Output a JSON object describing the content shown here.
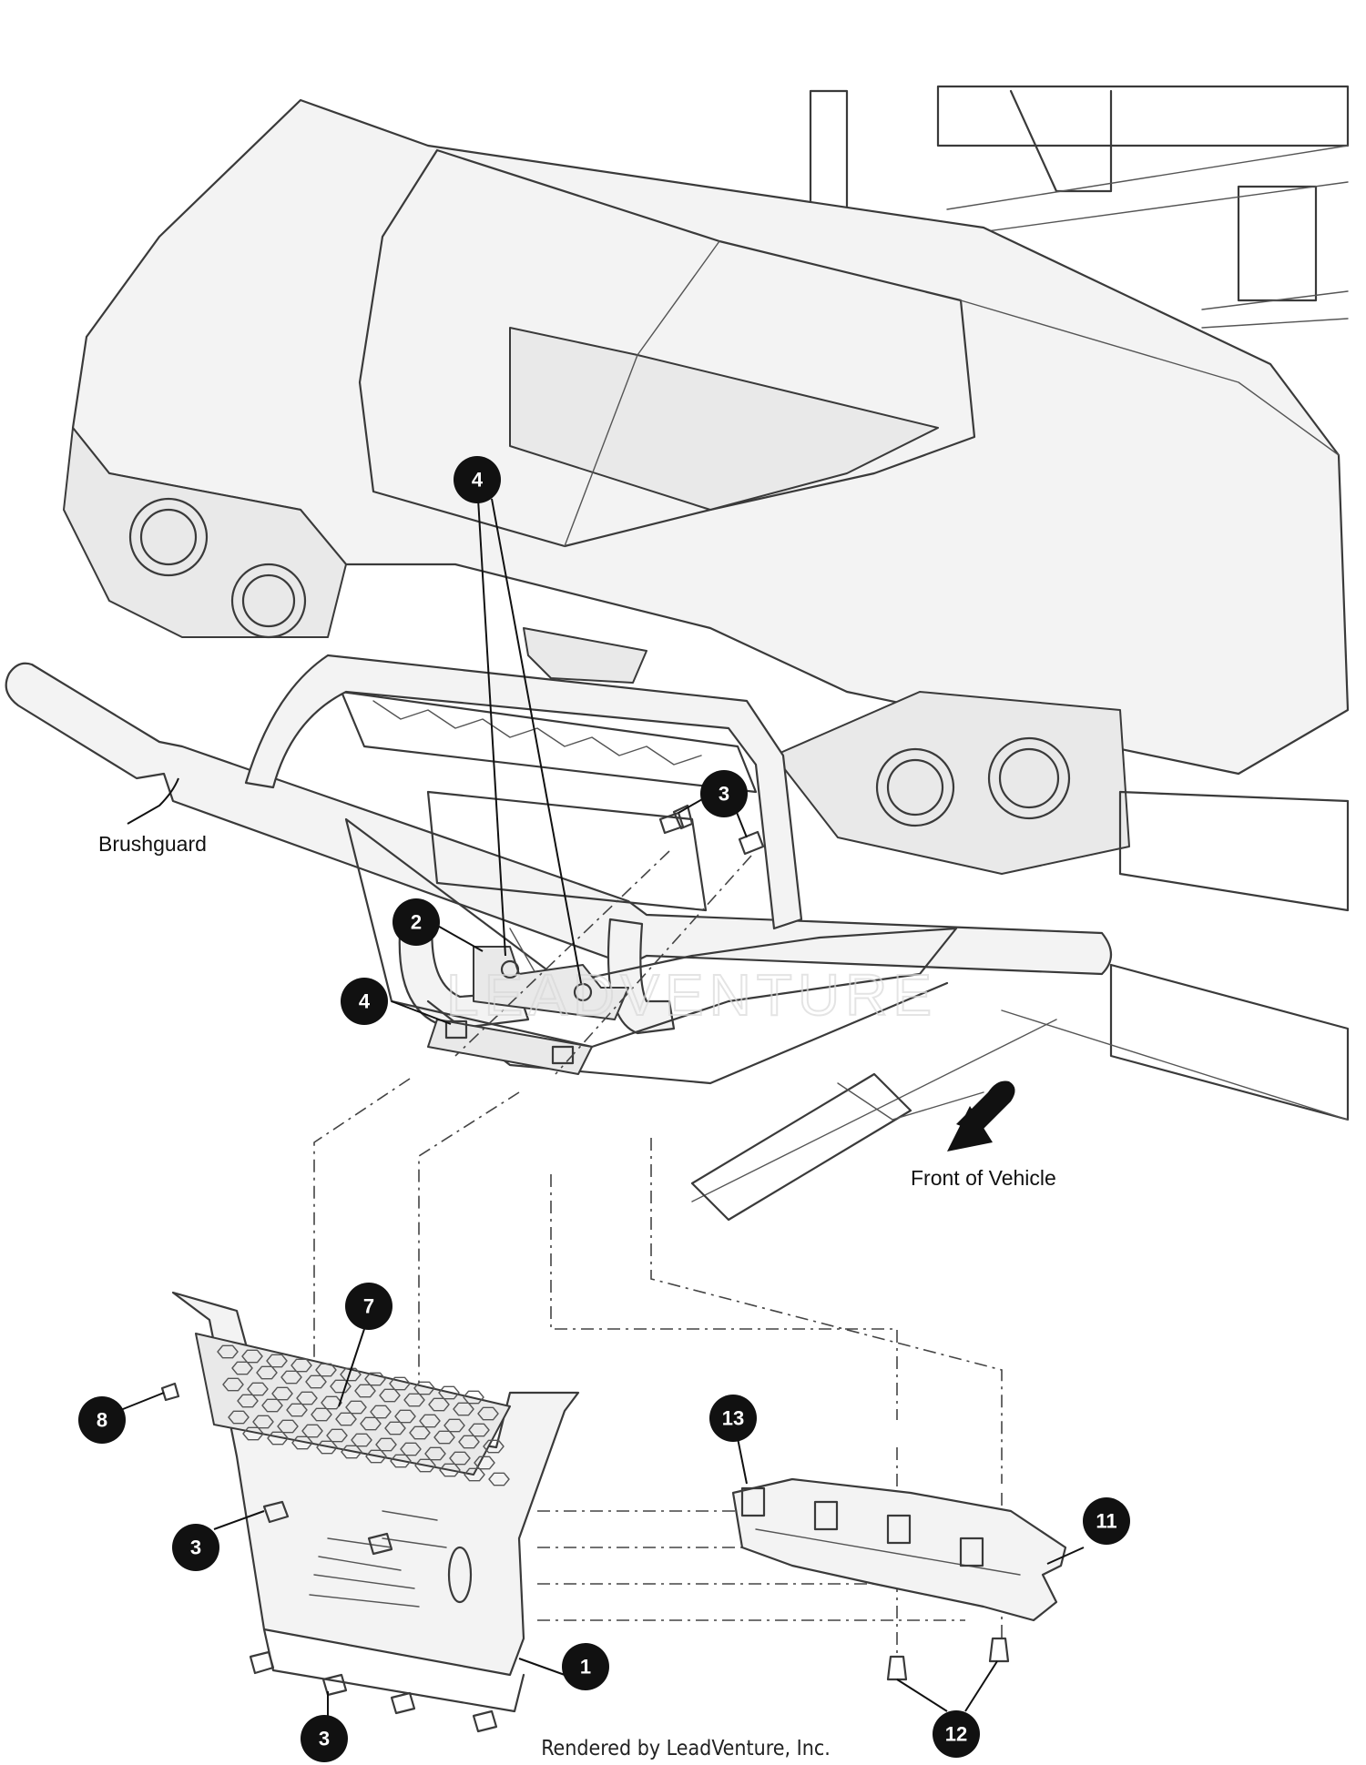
{
  "labels": {
    "brushguard": "Brushguard",
    "front_of_vehicle": "Front of Vehicle",
    "footer": "Rendered by LeadVenture, Inc.",
    "watermark": "LEADVENTURE"
  },
  "callouts": {
    "c1": "1",
    "c2": "2",
    "c3_top": "3",
    "c3_left": "3",
    "c3_bottom": "3",
    "c4_top": "4",
    "c4_mid": "4",
    "c7": "7",
    "c8": "8",
    "c11": "11",
    "c12": "12",
    "c13": "13"
  },
  "colors": {
    "callout_fill": "#111111",
    "line_art": "#3a3a3a"
  }
}
